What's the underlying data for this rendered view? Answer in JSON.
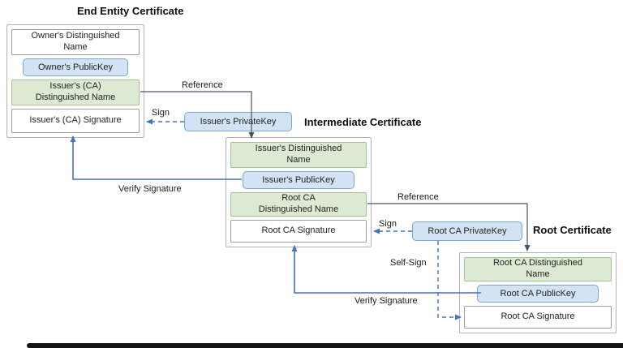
{
  "diagram": {
    "end_entity": {
      "title": "End Entity Certificate",
      "owner_dn": "Owner's Distinguished Name",
      "owner_pubkey": "Owner's PublicKey",
      "issuer_dn": "Issuer's (CA) Distinguished Name",
      "issuer_sig": "Issuer's (CA) Signature"
    },
    "intermediate": {
      "title": "Intermediate Certificate",
      "issuer_dn": "Issuer's Distinguished Name",
      "issuer_pubkey": "Issuer's PublicKey",
      "root_dn": "Root CA Distinguished Name",
      "root_sig": "Root CA Signature"
    },
    "root": {
      "title": "Root Certificate",
      "root_dn": "Root CA Distinguished Name",
      "root_pubkey": "Root CA PublicKey",
      "root_sig": "Root CA Signature"
    },
    "keys": {
      "issuer_private_key": "Issuer's PrivateKey",
      "root_ca_private_key": "Root CA PrivateKey"
    },
    "edges": {
      "reference_top": "Reference",
      "sign_top": "Sign",
      "verify_top": "Verify Signature",
      "reference_bottom": "Reference",
      "sign_bottom": "Sign",
      "self_sign": "Self-Sign",
      "verify_bottom": "Verify Signature"
    },
    "colors": {
      "green_fill": "#dcead3",
      "green_border": "#a6bf98",
      "blue_fill": "#d3e3f4",
      "blue_border": "#78a7d4",
      "arrow_blue": "#4472c4",
      "arrow_dark": "#44546a"
    }
  }
}
